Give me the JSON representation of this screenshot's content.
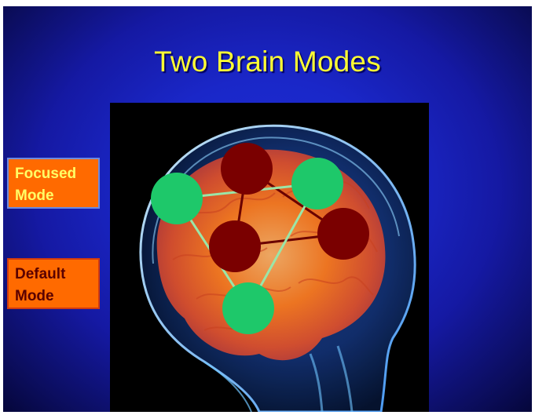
{
  "slide": {
    "title": "Two Brain Modes"
  },
  "modes": {
    "focused_label": "Focused\nMode",
    "default_label": "Default\nMode"
  },
  "colors": {
    "title": "#ffff33",
    "focused_nodes": "#1ec86a",
    "default_nodes": "#7a0000",
    "focused_box_text": "#ffff66",
    "default_box_text": "#5a0000",
    "box_fill": "#ff6a00"
  },
  "diagram": {
    "focused_network_nodes": 3,
    "default_network_nodes": 3
  }
}
